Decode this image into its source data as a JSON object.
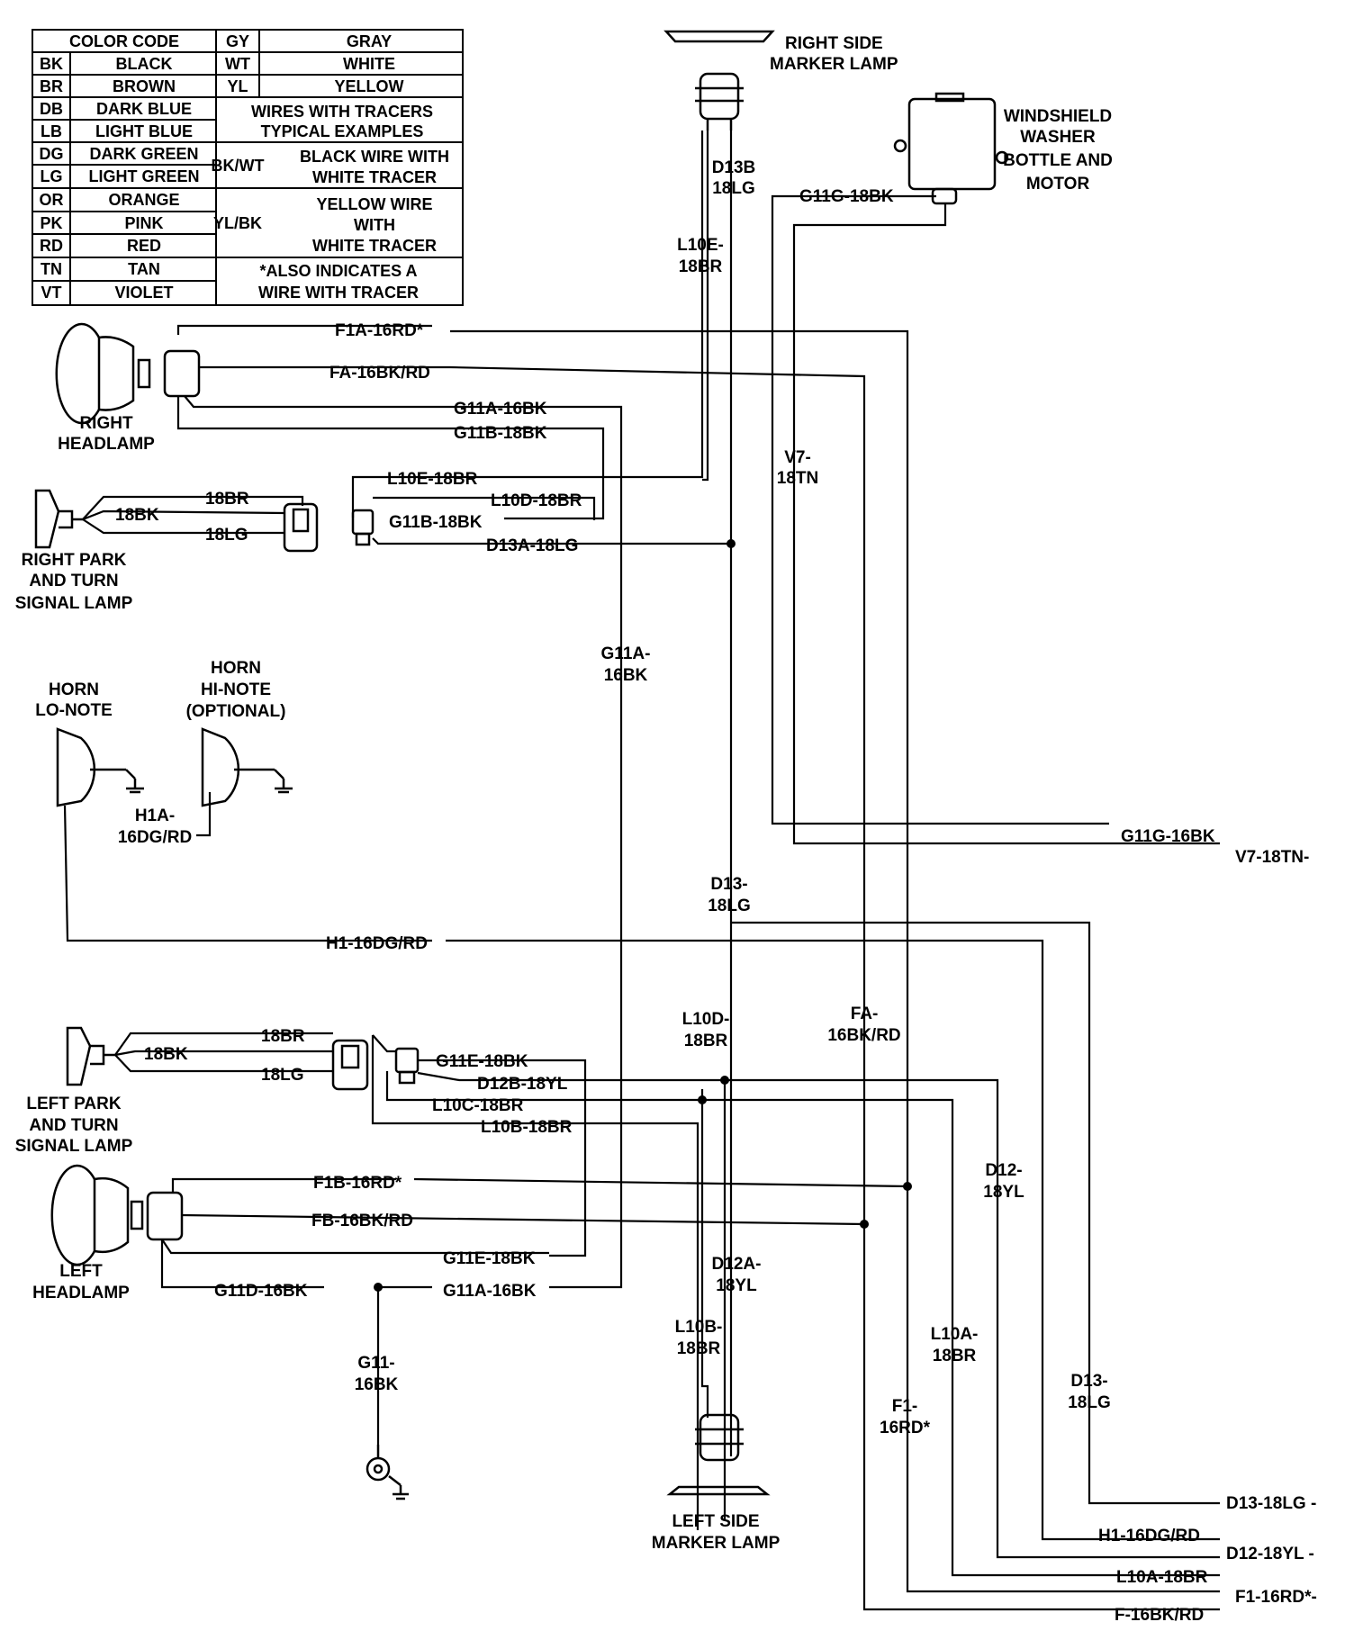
{
  "color_code": {
    "title": "COLOR CODE",
    "colors": [
      {
        "code": "BK",
        "name": "BLACK"
      },
      {
        "code": "BR",
        "name": "BROWN"
      },
      {
        "code": "DB",
        "name": "DARK BLUE"
      },
      {
        "code": "LB",
        "name": "LIGHT BLUE"
      },
      {
        "code": "DG",
        "name": "DARK GREEN"
      },
      {
        "code": "LG",
        "name": "LIGHT GREEN"
      },
      {
        "code": "OR",
        "name": "ORANGE"
      },
      {
        "code": "PK",
        "name": "PINK"
      },
      {
        "code": "RD",
        "name": "RED"
      },
      {
        "code": "TN",
        "name": "TAN"
      },
      {
        "code": "VT",
        "name": "VIOLET"
      },
      {
        "code": "GY",
        "name": "GRAY"
      },
      {
        "code": "WT",
        "name": "WHITE"
      },
      {
        "code": "YL",
        "name": "YELLOW"
      }
    ],
    "tracer_heading": [
      "WIRES WITH TRACERS",
      "TYPICAL EXAMPLES"
    ],
    "tracer_examples": [
      {
        "code": "BK/WT",
        "lines": [
          "BLACK WIRE WITH",
          "WHITE TRACER"
        ]
      },
      {
        "code": "YL/BK",
        "lines": [
          "YELLOW WIRE",
          "WITH",
          "WHITE TRACER"
        ]
      }
    ],
    "note": [
      "*ALSO INDICATES A",
      "WIRE WITH TRACER"
    ]
  },
  "components": {
    "right_side_marker": [
      "RIGHT SIDE",
      "MARKER LAMP"
    ],
    "washer": [
      "WINDSHIELD",
      "WASHER",
      "BOTTLE AND",
      "MOTOR"
    ],
    "right_headlamp": [
      "RIGHT",
      "HEADLAMP"
    ],
    "right_park": [
      "RIGHT PARK",
      "AND TURN",
      "SIGNAL LAMP"
    ],
    "horn_lo": [
      "HORN",
      "LO-NOTE"
    ],
    "horn_hi": [
      "HORN",
      "HI-NOTE",
      "(OPTIONAL)"
    ],
    "left_park": [
      "LEFT PARK",
      "AND TURN",
      "SIGNAL LAMP"
    ],
    "left_headlamp": [
      "LEFT",
      "HEADLAMP"
    ],
    "left_side_marker": [
      "LEFT SIDE",
      "MARKER LAMP"
    ]
  },
  "wire_labels": {
    "d13b": [
      "D13B",
      "18LG"
    ],
    "l10e_v": [
      "L10E-",
      "18BR"
    ],
    "g11g": "G11G-18BK",
    "f1a": "F1A-16RD*",
    "fa": "FA-16BK/RD",
    "g11a": "G11A-16BK",
    "g11b": "G11B-18BK",
    "v7": [
      "V7-",
      "18TN"
    ],
    "l10e": "L10E-18BR",
    "l10d": "L10D-18BR",
    "g11b_2": "G11B-18BK",
    "d13a": "D13A-18LG",
    "rp_br": "18BR",
    "rp_bk": "18BK",
    "rp_lg": "18LG",
    "g11a_v": [
      "G11A-",
      "16BK"
    ],
    "h1a": [
      "H1A-",
      "16DG/RD"
    ],
    "g11g_out": "G11G-16BK",
    "v7_out": "V7-18TN-",
    "d13_v": [
      "D13-",
      "18LG"
    ],
    "h1": "H1-16DG/RD",
    "l10d_v": [
      "L10D-",
      "18BR"
    ],
    "fa_v": [
      "FA-",
      "16BK/RD"
    ],
    "lp_br": "18BR",
    "lp_bk": "18BK",
    "lp_lg": "18LG",
    "g11e": "G11E-18BK",
    "d12b": "D12B-18YL",
    "l10c": "L10C-18BR",
    "l10b": "L10B-18BR",
    "d12_v": [
      "D12-",
      "18YL"
    ],
    "f1b": "F1B-16RD*",
    "fb": "FB-16BK/RD",
    "g11e_2": "G11E-18BK",
    "g11d": "G11D-16BK",
    "g11a_2": "G11A-16BK",
    "d12a": [
      "D12A-",
      "18YL"
    ],
    "l10b_v": [
      "L10B-",
      "18BR"
    ],
    "l10a_v": [
      "L10A-",
      "18BR"
    ],
    "g11_v": [
      "G11-",
      "16BK"
    ],
    "f1_v": [
      "F1-",
      "16RD*"
    ],
    "d13_v2": [
      "D13-",
      "18LG"
    ],
    "out_d13": "D13-18LG -",
    "out_h1": "H1-16DG/RD",
    "out_d12": "D12-18YL -",
    "out_l10a": "L10A-18BR",
    "out_f1": "F1-16RD*-",
    "out_f": "F-16BK/RD"
  }
}
